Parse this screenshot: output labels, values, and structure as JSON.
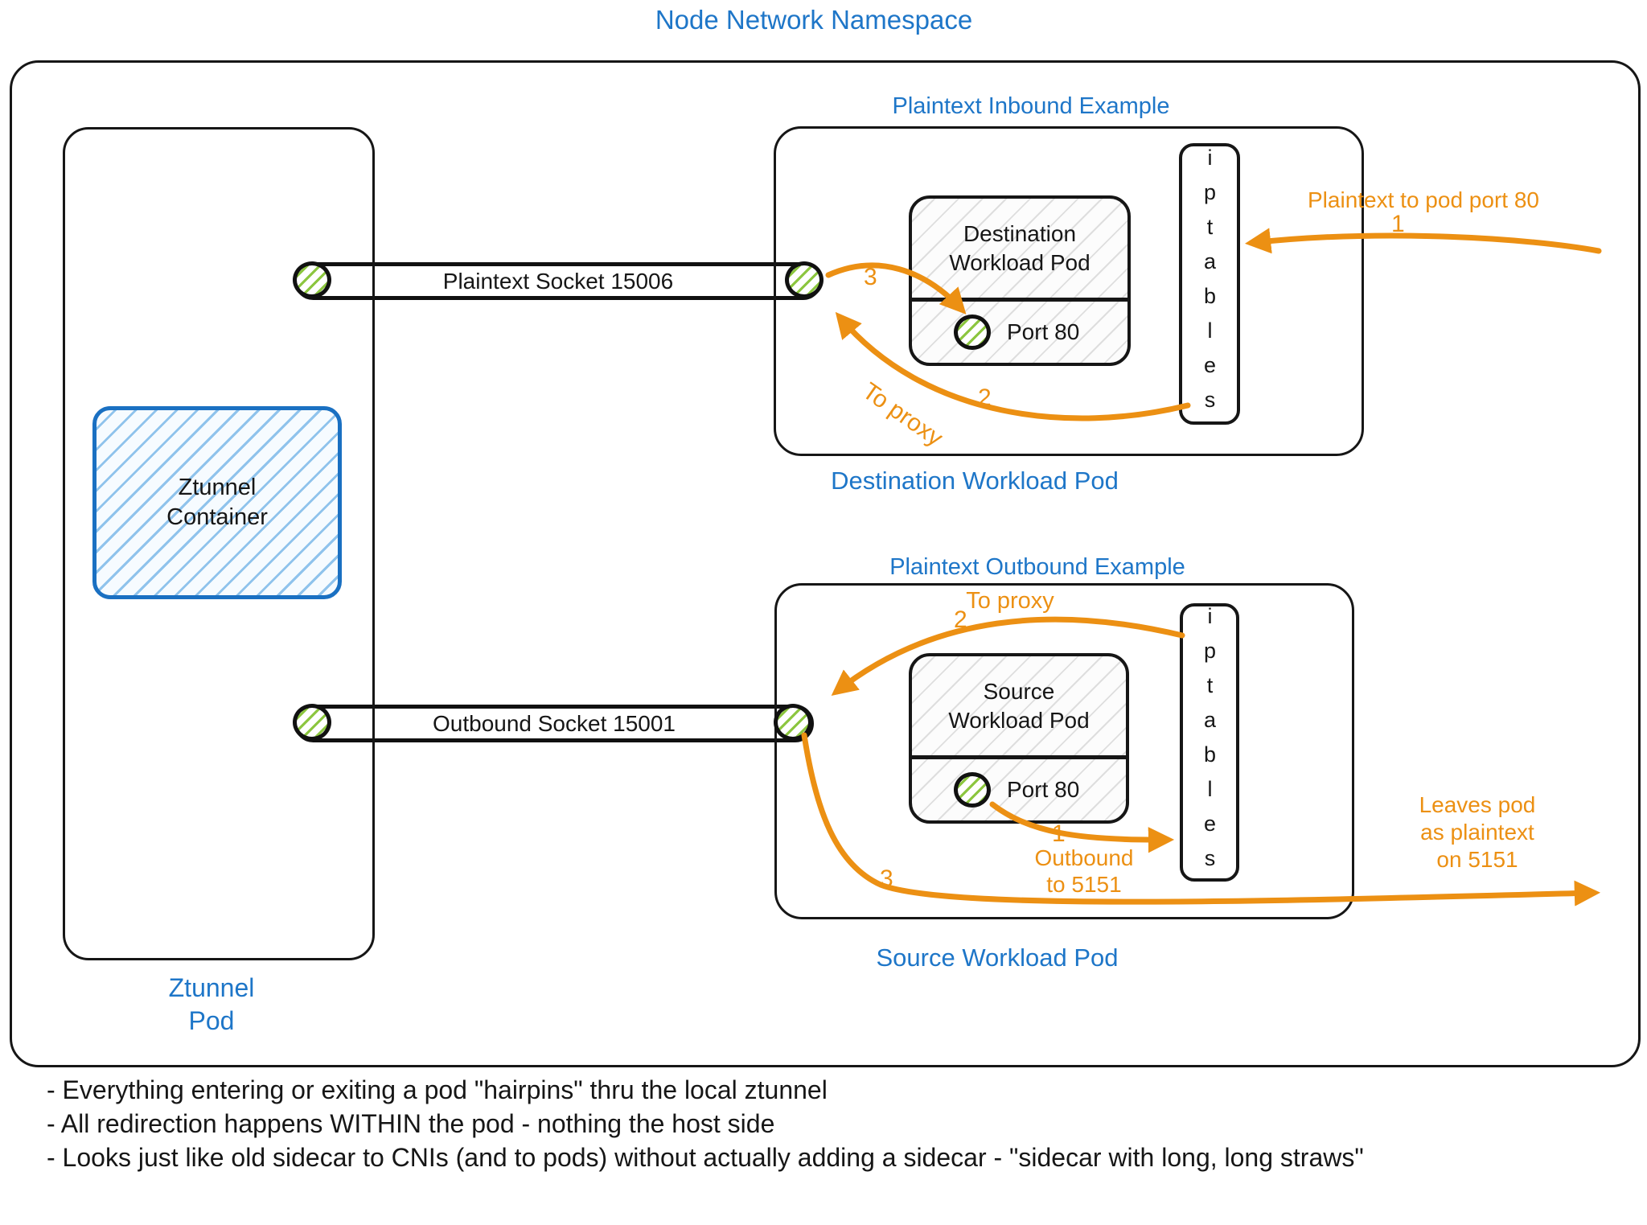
{
  "title": "Node Network Namespace",
  "ztunnel": {
    "container_label": "Ztunnel\nContainer",
    "pod_label": "Ztunnel\nPod"
  },
  "sockets": {
    "plaintext": "Plaintext Socket 15006",
    "outbound": "Outbound Socket 15001"
  },
  "inbound": {
    "title": "Plaintext Inbound Example",
    "caption": "Destination Workload Pod",
    "pod_label": "Destination\nWorkload Pod",
    "port_label": "Port 80",
    "iptables_label": "iptables",
    "external_label": "Plaintext to pod port 80",
    "to_proxy_label": "To proxy",
    "step1": "1",
    "step2": "2",
    "step3": "3"
  },
  "outbound": {
    "title": "Plaintext Outbound Example",
    "caption": "Source Workload Pod",
    "pod_label": "Source\nWorkload Pod",
    "port_label": "Port 80",
    "iptables_label": "iptables",
    "to_proxy_label": "To proxy",
    "outbound_to_label": "Outbound\nto 5151",
    "leaves_label": "Leaves pod\nas plaintext\non 5151",
    "step1": "1",
    "step2": "2",
    "step3": "3"
  },
  "notes": [
    "- Everything entering or exiting a pod \"hairpins\" thru the local ztunnel",
    "- All redirection happens WITHIN the pod - nothing the host side",
    "- Looks just like old sidecar to CNIs (and to pods) without actually adding a sidecar - \"sidecar with long, long straws\""
  ],
  "colors": {
    "blue": "#1E76C8",
    "orange": "#EC9013",
    "green": "#8CC63F",
    "ink": "#161616"
  }
}
